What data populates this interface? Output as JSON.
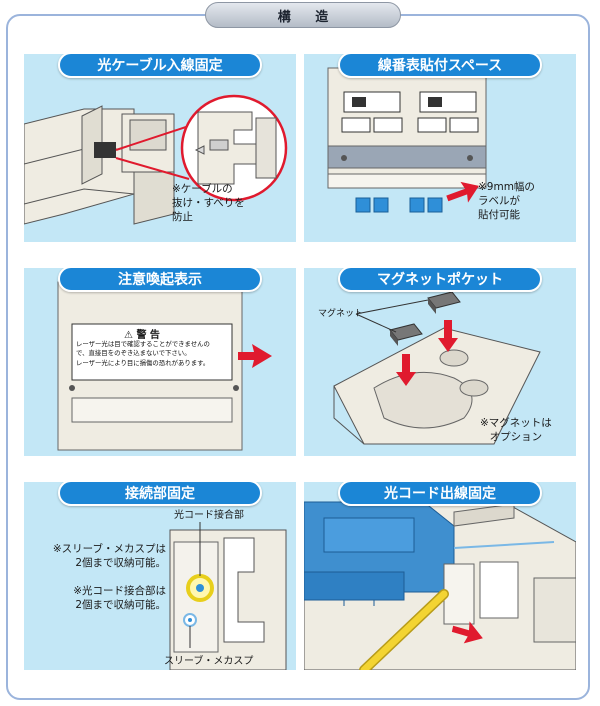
{
  "header": {
    "title": "構 造"
  },
  "panels": {
    "cable_entry": {
      "title": "光ケーブル入線固定",
      "note_lines": [
        "※ケーブルの",
        "抜け・すべりを",
        "防止"
      ]
    },
    "label_space": {
      "title": "線番表貼付スペース",
      "note_lines": [
        "※9mm幅の",
        "ラベルが",
        "貼付可能"
      ]
    },
    "caution": {
      "title": "注意喚起表示",
      "warning_heading": "⚠ 警 告",
      "warning_lines": [
        "レーザー光は目で確認することができませんの",
        "で、直接目をのぞき込まないで下さい。",
        "レーザー光により目に損傷の恐れがあります。"
      ]
    },
    "magnet_pocket": {
      "title": "マグネットポケット",
      "magnet_label": "マグネット",
      "note_lines": [
        "※マグネットは",
        "オプション"
      ]
    },
    "splice_fixing": {
      "title": "接続部固定",
      "notes": [
        [
          "※スリーブ・メカスプは",
          "2個まで収納可能。"
        ],
        [
          "※光コード接合部は",
          "2個まで収納可能。"
        ]
      ],
      "label_top": "光コード接合部",
      "label_bottom": "スリーブ・メカスプ"
    },
    "cord_exit": {
      "title": "光コード出線固定"
    }
  },
  "colors": {
    "panel_bg": "#c3e7f6",
    "title_pill": "#1b86d6",
    "arrow_red": "#e01a2e",
    "frame_border": "#9bb4dc",
    "device_beige": "#efece2",
    "module_blue": "#3f8fcf",
    "cord_yellow": "#f3d432"
  }
}
